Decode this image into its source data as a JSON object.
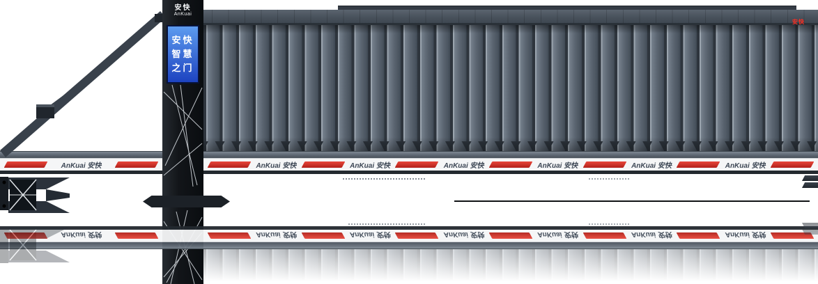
{
  "product": {
    "brand_en": "AnKuai",
    "brand_cn": "安快"
  },
  "pole": {
    "logo_cn": "安快",
    "logo_en": "AnKuai",
    "screen_lines": [
      "安快",
      "智慧",
      "之门"
    ]
  },
  "rail": {
    "logo": "AnKuai 安快",
    "logo_count_left": 1,
    "logo_count_right": 6
  },
  "badges": {
    "top_right": "安快"
  },
  "colors": {
    "stripe_red": "#cf2a1e",
    "screen_blue": "#2050cf",
    "slat_gray": "#5b6571",
    "frame_dark": "#23292f"
  }
}
